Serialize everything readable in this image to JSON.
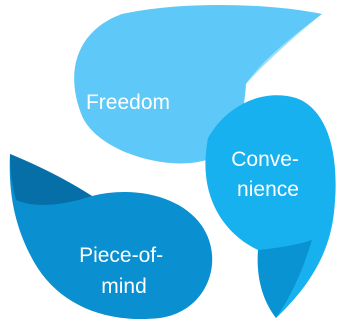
{
  "diagram": {
    "petals": [
      {
        "id": "freedom",
        "lines": [
          "Freedom"
        ],
        "color": "#5ec8f8",
        "fold_color": "#8fdcfc"
      },
      {
        "id": "convenience",
        "lines": [
          "Conve-",
          "nience"
        ],
        "color": "#18b1f0",
        "fold_color": "#0a93d3"
      },
      {
        "id": "piece-of-mind",
        "lines": [
          "Piece-of-",
          "mind"
        ],
        "color": "#0a8fd0",
        "fold_color": "#066fa8"
      }
    ]
  }
}
